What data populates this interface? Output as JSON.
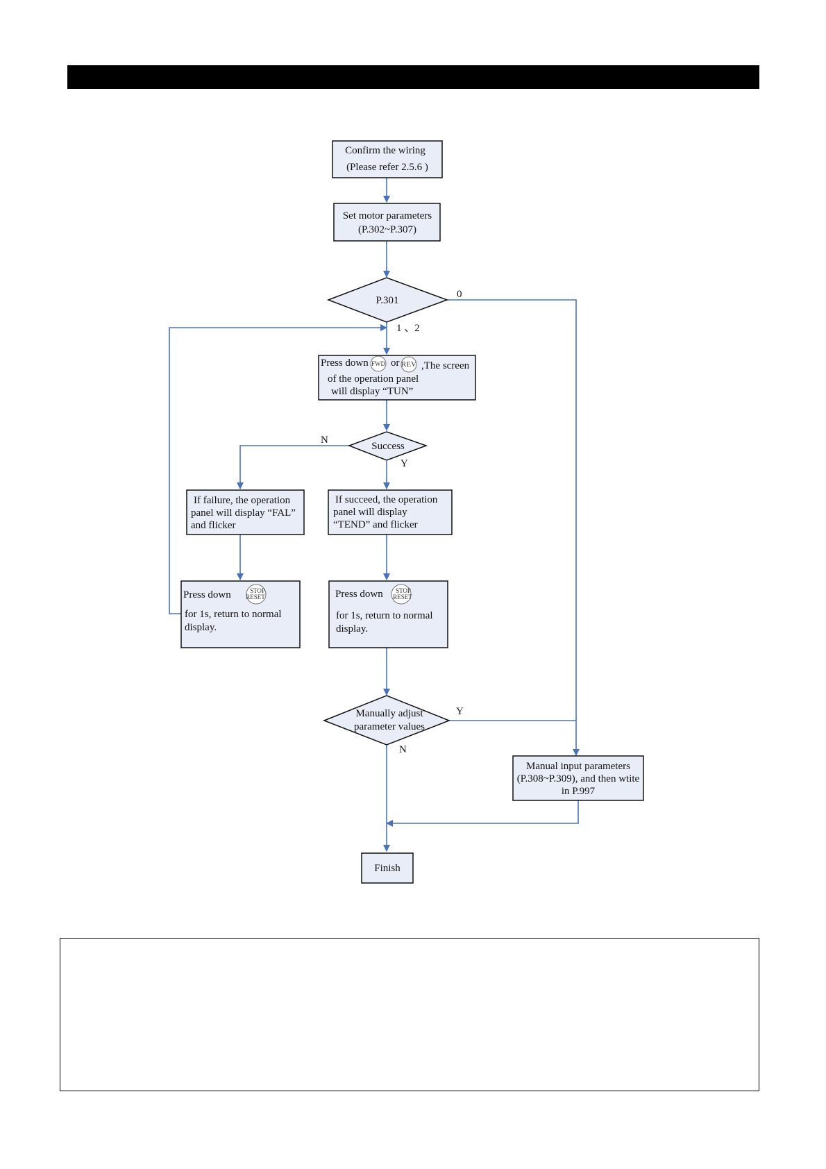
{
  "colors": {
    "node_fill": "#e8edf7",
    "node_stroke": "#111111",
    "edge": "#4a72b8",
    "header": "#000000"
  },
  "flowchart": {
    "confirm_wiring": [
      "Confirm the wiring",
      "(Please refer 2.5.6 )"
    ],
    "set_motor": [
      "Set motor parameters",
      "(P.302~P.307)"
    ],
    "p301": "P.301",
    "p301_zero": "0",
    "p301_one_two": "1 、2",
    "press_fwd_rev": {
      "prefix": "Press down",
      "or": "or",
      "suffix": ",The screen",
      "line2": "of the operation panel",
      "line3": "will display “TUN”",
      "fwd_button": "FWD",
      "rev_button": "REV",
      "fwd_icon": "fwd-button-icon",
      "rev_icon": "rev-button-icon"
    },
    "success": "Success",
    "success_n": "N",
    "success_y": "Y",
    "failure": [
      "If failure, the operation",
      "panel will display “FAL”",
      "and flicker"
    ],
    "succeed": [
      "If succeed, the operation",
      "panel        will       display",
      "“TEND” and flicker"
    ],
    "press_stop_left": {
      "prefix": "Press down",
      "line2": "for 1s, return to normal",
      "line3": "display.",
      "btn_top": "STOP",
      "btn_bottom": "RESET",
      "icon": "stop-reset-button-icon"
    },
    "press_stop_right": {
      "prefix": "Press down",
      "line2": "for 1s, return to normal",
      "line3": "display.",
      "btn_top": "STOP",
      "btn_bottom": "RESET",
      "icon": "stop-reset-button-icon"
    },
    "manual_adjust": [
      "Manually adjust",
      "parameter values"
    ],
    "manual_y": "Y",
    "manual_n": "N",
    "manual_input": [
      "Manual input parameters",
      "(P.308~P.309), and then wtite",
      "in P.997"
    ],
    "finish": "Finish"
  }
}
